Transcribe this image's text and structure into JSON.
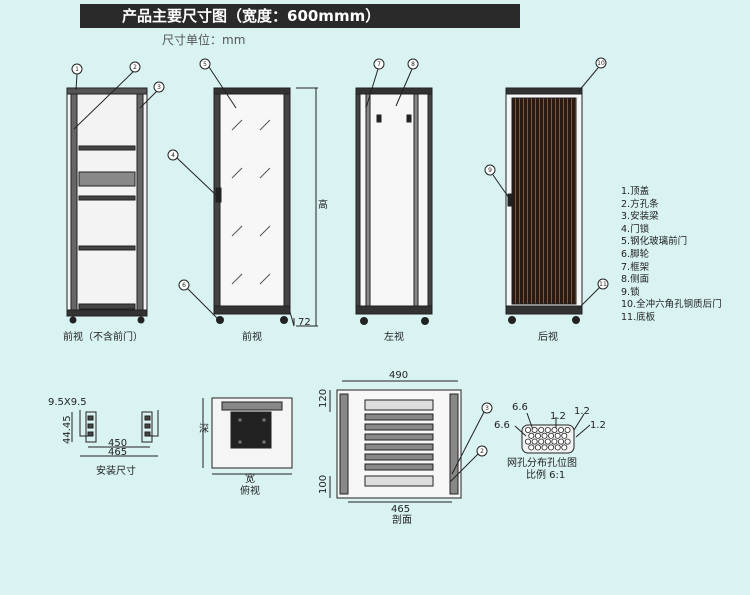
{
  "title": "产品主要尺寸图（宽度：600mmm）",
  "unit_label": "尺寸单位：mm",
  "callouts": [
    "1",
    "2",
    "3",
    "4",
    "5",
    "6",
    "7",
    "8",
    "9",
    "10",
    "11"
  ],
  "legend": [
    "1.顶盖",
    "2.方孔条",
    "3.安装梁",
    "4.门锁",
    "5.钢化玻璃前门",
    "6.脚轮",
    "7.框架",
    "8.侧面",
    "9.锁",
    "10.全冲六角孔钢质后门",
    "11.底板"
  ],
  "views": {
    "front_no_door": "前视（不含前门）",
    "front": "前视",
    "left": "左视",
    "rear": "后视",
    "mount": "安装尺寸",
    "top": "俯视",
    "section": "剖面",
    "mesh": "网孔分布孔位图",
    "scale": "比例 6:1"
  },
  "dims": {
    "height": "高",
    "d72": "72",
    "hole": "9.5X9.5",
    "d4445": "44.45",
    "d450": "450",
    "d465": "465",
    "depth": "深",
    "width": "宽",
    "d490": "490",
    "d120": "120",
    "d100": "100",
    "s465": "465",
    "m66a": "6.6",
    "m66b": "6.6",
    "m12a": "1.2",
    "m12b": "1.2",
    "m12c": "1.2"
  }
}
